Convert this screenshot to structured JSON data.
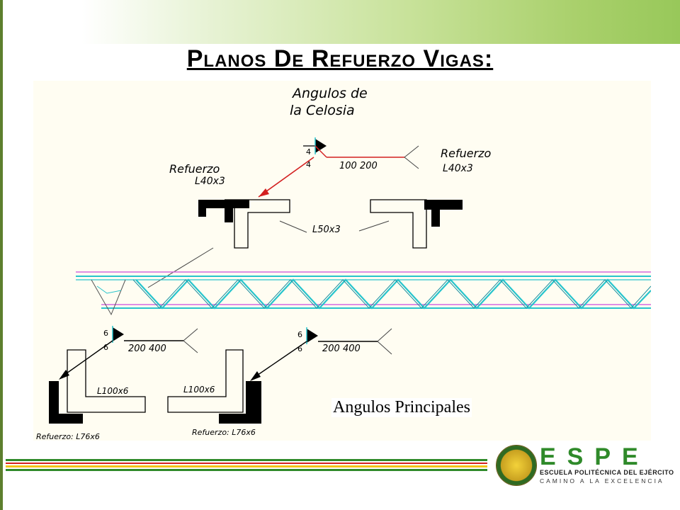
{
  "slide": {
    "title": "Planos De Refuerzo Vigas:"
  },
  "drawing": {
    "heading_line1": "Angulos de",
    "heading_line2": "la Celosia",
    "top_left_label": "Refuerzo",
    "top_left_size": "L40x3",
    "top_right_label": "Refuerzo",
    "top_right_size": "L40x3",
    "center_size": "L50x3",
    "weld_top_a": "4",
    "weld_top_b": "4",
    "weld_top_dims": "100  200",
    "weld_left_a": "6",
    "weld_left_b": "6",
    "weld_left_dims": "200  400",
    "weld_right_a": "6",
    "weld_right_b": "6",
    "weld_right_dims": "200  400",
    "bottom_left_size": "L100x6",
    "bottom_mid_size": "L100x6",
    "bottom_left_ref": "Refuerzo: L76x6",
    "bottom_mid_ref": "Refuerzo: L76x6",
    "principal_label": "Angulos Principales"
  },
  "branding": {
    "letters": "ESPE",
    "subtitle": "ESCUELA POLITÉCNICA DEL EJÉRCITO",
    "tagline": "CAMINO A LA EXCELENCIA"
  },
  "colors": {
    "green": "#2f8a2a",
    "red": "#d32020",
    "cyan": "#27c4cc",
    "magenta": "#d46adf"
  }
}
